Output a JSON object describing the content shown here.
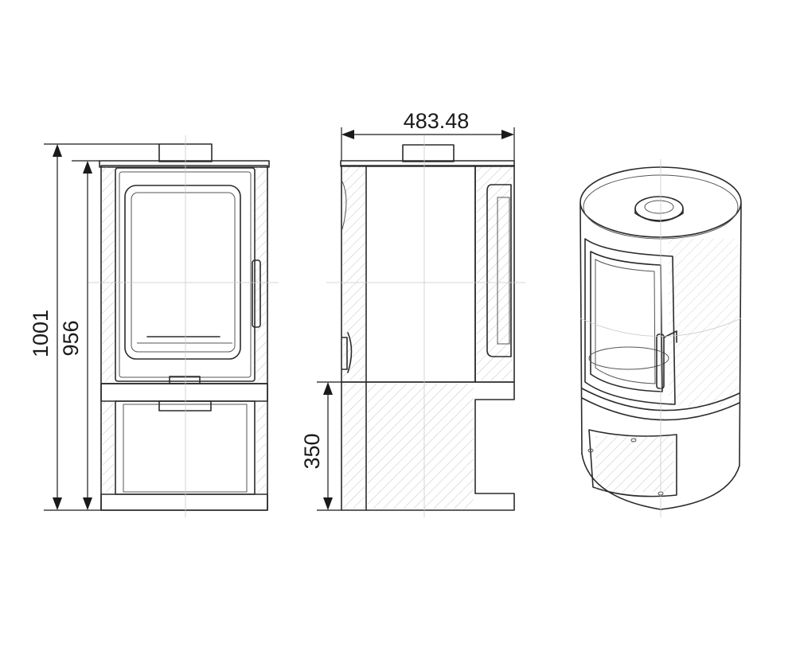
{
  "dimensions": {
    "total_height": "1001",
    "body_height": "956",
    "base_height": "350",
    "depth": "483.48"
  },
  "colors": {
    "ink": "#2b2b2b",
    "guide": "#c9c9c9",
    "background": "#ffffff"
  }
}
